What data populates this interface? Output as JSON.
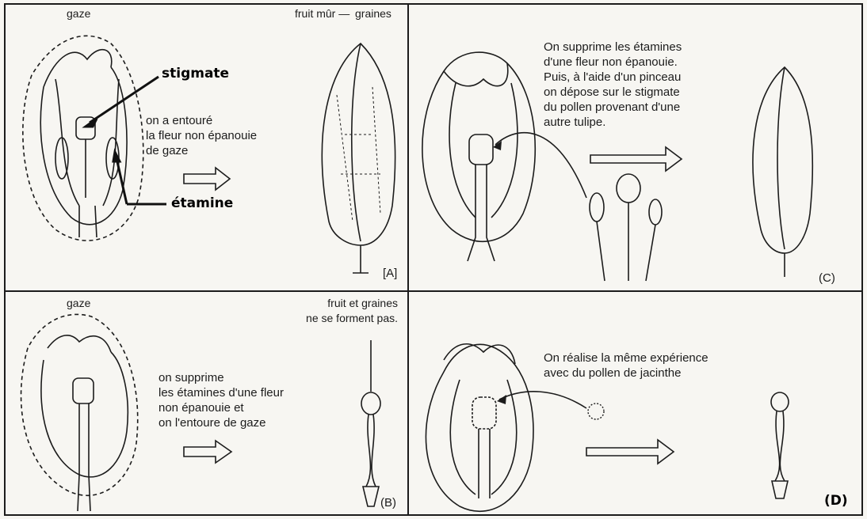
{
  "panels": {
    "a": {
      "gaze_label": "gaze",
      "fruit_label": "fruit mûr —",
      "seeds_label": "graines",
      "stigma_label": "stigmate",
      "stamen_label": "étamine",
      "caption": "on a entouré\nla fleur non épanouie\nde gaze",
      "letter": "[A]"
    },
    "b": {
      "gaze_label": "gaze",
      "result_label": "fruit et graines\nne se forment pas.",
      "caption": "on supprime\nles étamines d'une fleur\nnon épanouie et\non l'entoure de gaze",
      "letter": "(B)"
    },
    "c": {
      "caption": "On supprime les étamines\nd'une fleur non épanouie.\nPuis, à l'aide d'un pinceau\non dépose sur le stigmate\ndu pollen provenant d'une\nautre tulipe.",
      "letter": "(C)"
    },
    "d": {
      "caption": "On réalise la même expérience\navec du pollen de jacinthe",
      "letter": "(D)"
    }
  },
  "colors": {
    "ink": "#1c1c1c",
    "paper": "#f7f6f2"
  }
}
